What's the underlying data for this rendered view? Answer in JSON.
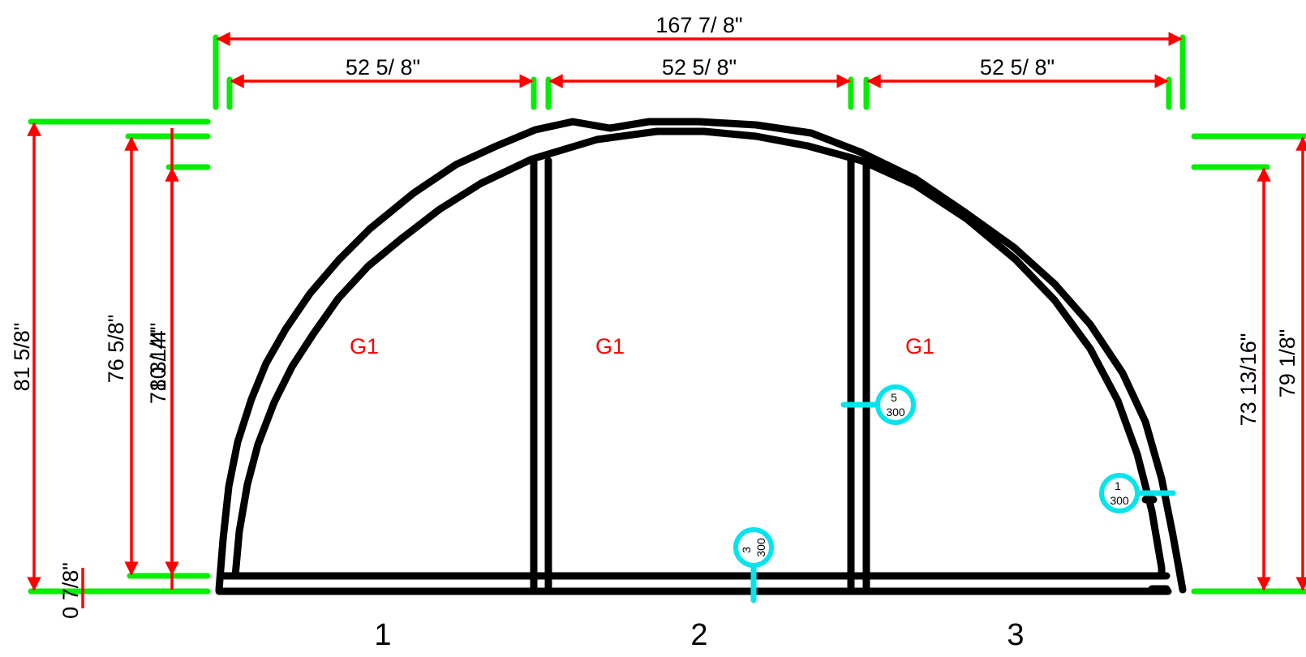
{
  "colors": {
    "dimension_line": "#ff0000",
    "extension_line": "#00ee00",
    "frame": "#000000",
    "glass_label": "#ff0000",
    "callout": "#00e5ee"
  },
  "dimensions": {
    "overall_width": "167 7/ 8\"",
    "section_widths": [
      "52 5/ 8\"",
      "52 5/ 8\"",
      "52 5/ 8\""
    ],
    "left_heights": {
      "outer": "81 5/8\"",
      "middle": "76 5/8\"",
      "inner_overlap_a": "71 3/ 4\"",
      "inner_overlap_b": "80 1/4\"",
      "bottom_small": "0 7/8\""
    },
    "right_heights": {
      "inner": "73 13/16\"",
      "outer": "79 1/8\""
    }
  },
  "glass_labels": [
    "G1",
    "G1",
    "G1"
  ],
  "section_numbers": [
    "1",
    "2",
    "3"
  ],
  "callouts": [
    {
      "top": "5",
      "bottom": "300"
    },
    {
      "top": "3",
      "bottom": "300"
    },
    {
      "top": "1",
      "bottom": "300"
    }
  ]
}
